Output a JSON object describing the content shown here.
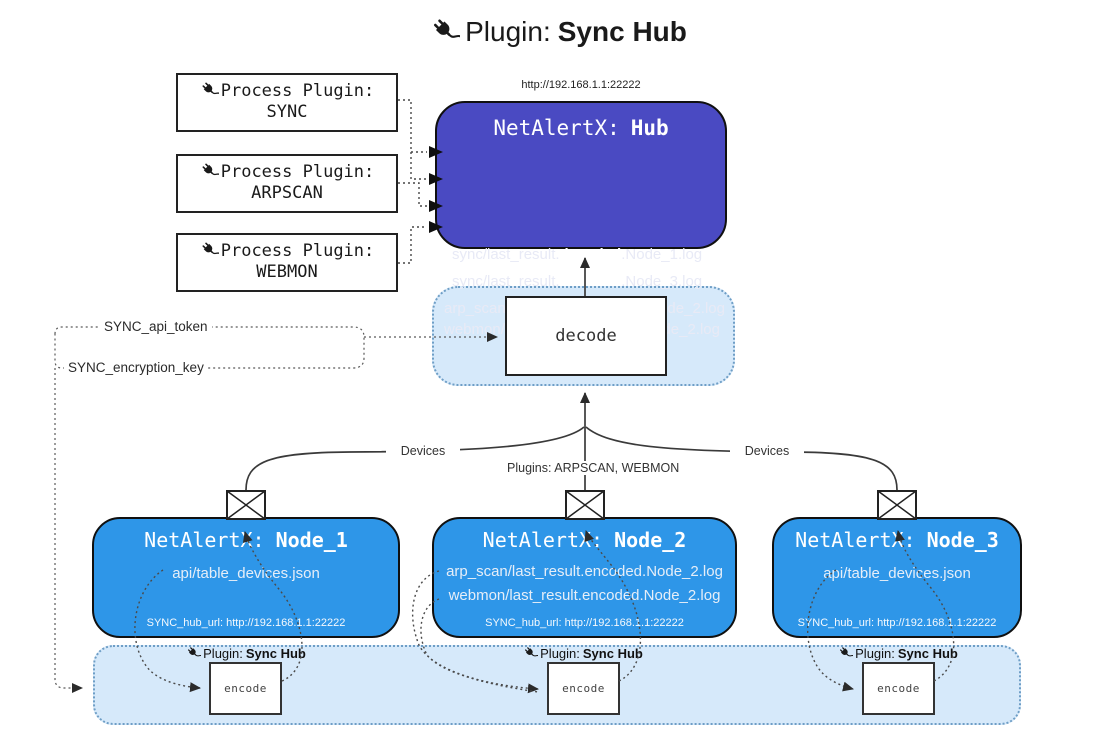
{
  "title": {
    "prefix": "Plugin:",
    "name": "Sync Hub"
  },
  "hub": {
    "url": "http://192.168.1.1:22222",
    "name_prefix": "NetAlertX:",
    "name": "Hub",
    "logs": [
      {
        "pre": "sync/last_result.",
        "bold": "decoded",
        "post": ".Node_1.log"
      },
      {
        "pre": "sync/last_result.",
        "bold": "decoded",
        "post": ".Node_3.log"
      },
      {
        "pre": "arp_scan/last_result.",
        "bold": "decoded",
        "post": ".Node_2.log"
      },
      {
        "pre": "webmon/last_result.",
        "bold": "decoded",
        "post": ".Node_2.log"
      }
    ]
  },
  "process_plugins": [
    {
      "label": "Process Plugin:",
      "name": "SYNC"
    },
    {
      "label": "Process Plugin:",
      "name": "ARPSCAN"
    },
    {
      "label": "Process Plugin:",
      "name": "WEBMON"
    }
  ],
  "decode_box": {
    "label": "decode"
  },
  "settings": {
    "api_token": "SYNC_api_token",
    "encryption_key": "SYNC_encryption_key"
  },
  "edge_labels": {
    "devices_left": "Devices",
    "plugins_center": "Plugins: ARPSCAN, WEBMON",
    "devices_right": "Devices"
  },
  "nodes": [
    {
      "name_prefix": "NetAlertX:",
      "name": "Node_1",
      "files": [
        "api/table_devices.json"
      ],
      "hub_url": "SYNC_hub_url: http://192.168.1.1:22222"
    },
    {
      "name_prefix": "NetAlertX:",
      "name": "Node_2",
      "files": [
        "arp_scan/last_result.encoded.Node_2.log",
        "webmon/last_result.encoded.Node_2.log"
      ],
      "hub_url": "SYNC_hub_url: http://192.168.1.1:22222"
    },
    {
      "name_prefix": "NetAlertX:",
      "name": "Node_3",
      "files": [
        "api/table_devices.json"
      ],
      "hub_url": "SYNC_hub_url: http://192.168.1.1:22222"
    }
  ],
  "encode_sections": [
    {
      "label_prefix": "Plugin:",
      "label_name": "Sync Hub",
      "box_label": "encode"
    },
    {
      "label_prefix": "Plugin:",
      "label_name": "Sync Hub",
      "box_label": "encode"
    },
    {
      "label_prefix": "Plugin:",
      "label_name": "Sync Hub",
      "box_label": "encode"
    }
  ],
  "colors": {
    "hub_fill": "#4a4ac2",
    "node_fill": "#2e96e8",
    "band_fill": "#d6e9fa",
    "band_border": "#6e9ec6"
  }
}
